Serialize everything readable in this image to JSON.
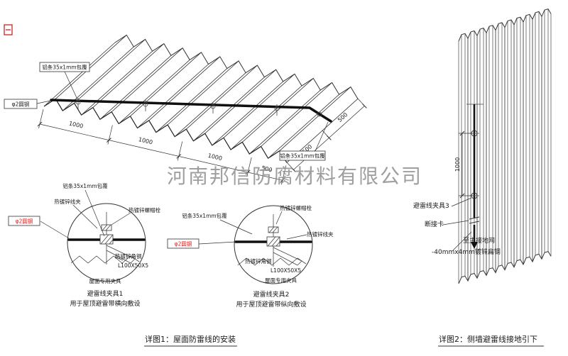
{
  "watermark": "河南邦信防腐材料有限公司",
  "colors": {
    "line": "#333333",
    "accent_red": "#cc2222",
    "watermark_gray": "#8f8f8f"
  },
  "roof": {
    "label_top": "铝条35x1mm包覆",
    "label_left": "φ2圆钢",
    "label_bottom_right": "铝条35x1mm包覆",
    "dims": [
      "1000",
      "1000",
      "1000",
      "500"
    ],
    "dims_right": [
      "500",
      "500"
    ]
  },
  "detail1": {
    "labels": {
      "clamp": "热镀锌线夹",
      "aluminum": "铝条35x1mm包覆",
      "bolt": "热镀锌螺帽栓",
      "rod": "φ2圆钢",
      "angle": "热镀锌角钢",
      "angle_spec": "L100X50X5",
      "fixture": "屋面专用夹具"
    },
    "title": "避雷线夹具1",
    "subtitle": "用于屋顶避雷带横向敷设"
  },
  "detail2": {
    "labels": {
      "aluminum": "铝条35x1mm包覆",
      "bolt": "热镀锌螺帽栓",
      "clamp": "热镀锌线夹",
      "rod": "φ2圆钢",
      "angle": "热镀锌角钢",
      "angle_spec": "L100X50X5",
      "fixture": "屋面专用夹具"
    },
    "title": "避雷线夹具2",
    "subtitle": "用于屋顶避雷带纵向敷设"
  },
  "wall": {
    "dim": "1000",
    "labels": {
      "clamp3": "避雷线夹具3",
      "disconnect": "断接卡",
      "to_ground": "至主接地网",
      "flat_steel": "-40mmx4mm镀锌扁钢"
    }
  },
  "captions": {
    "detail1": "详图1：屋面防雷线的安装",
    "detail2": "详图2：侧墙避雷线接地引下"
  }
}
